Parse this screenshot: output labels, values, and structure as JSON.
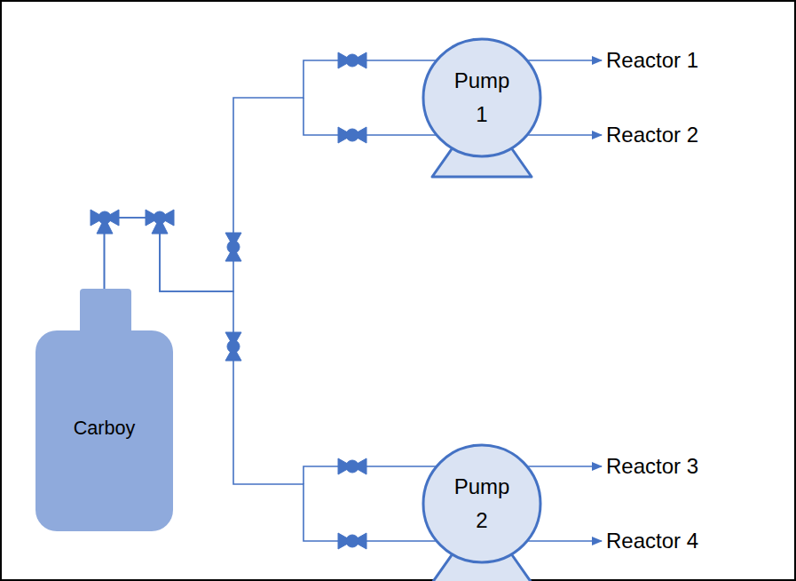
{
  "diagram": {
    "nodes": [
      {
        "text": [
          "Carboy"
        ]
      },
      {
        "text": [
          "Pump 1"
        ]
      },
      {
        "text": [
          "Reactor 1"
        ]
      },
      {
        "text": [
          "Reactor 2"
        ]
      },
      {
        "text": [
          "Pump 2"
        ]
      },
      {
        "text": [
          "Reactor 3"
        ]
      },
      {
        "text": [
          "Reactor 4"
        ]
      }
    ],
    "edges": [
      {
        "from": 0,
        "to": 1,
        "arrow": "none"
      },
      {
        "from": 0,
        "to": 4,
        "arrow": "none"
      },
      {
        "from": 1,
        "to": 2,
        "arrow": "to"
      },
      {
        "from": 1,
        "to": 3,
        "arrow": "to"
      },
      {
        "from": 4,
        "to": 5,
        "arrow": "to"
      },
      {
        "from": 4,
        "to": 6,
        "arrow": "to"
      }
    ]
  }
}
